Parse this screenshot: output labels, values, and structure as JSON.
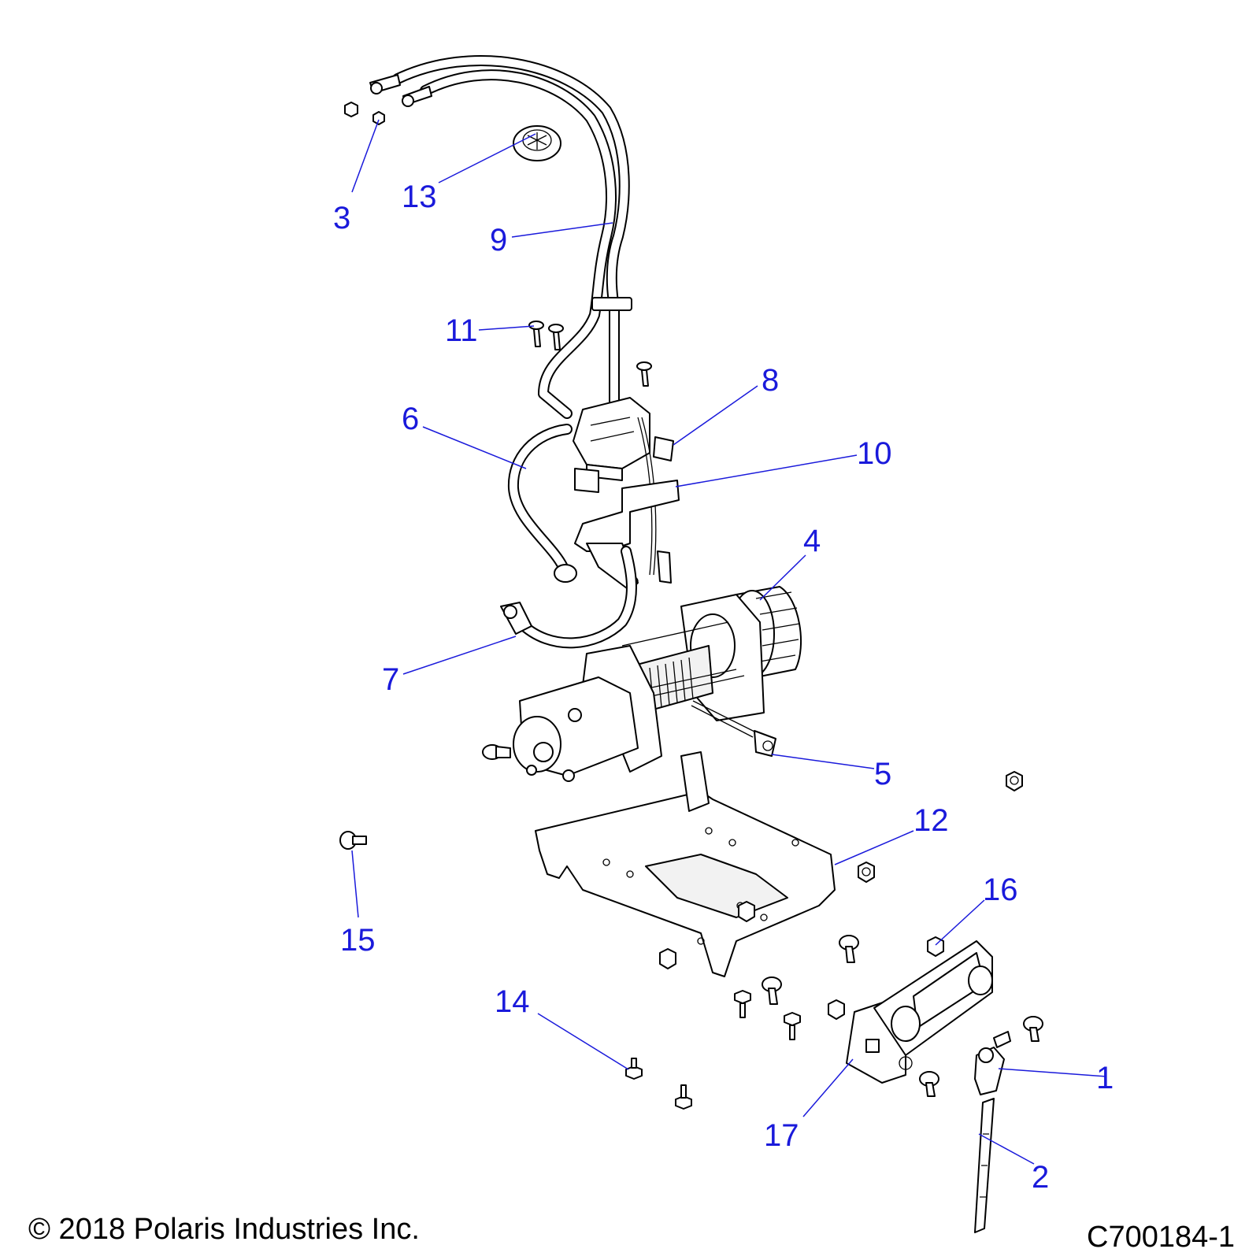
{
  "diagram": {
    "callouts": [
      "1",
      "2",
      "3",
      "4",
      "5",
      "6",
      "7",
      "8",
      "9",
      "10",
      "11",
      "12",
      "13",
      "14",
      "15",
      "16",
      "17"
    ]
  },
  "footer": {
    "copyright": "© 2018 Polaris Industries Inc.",
    "drawing_number": "C700184-1"
  }
}
